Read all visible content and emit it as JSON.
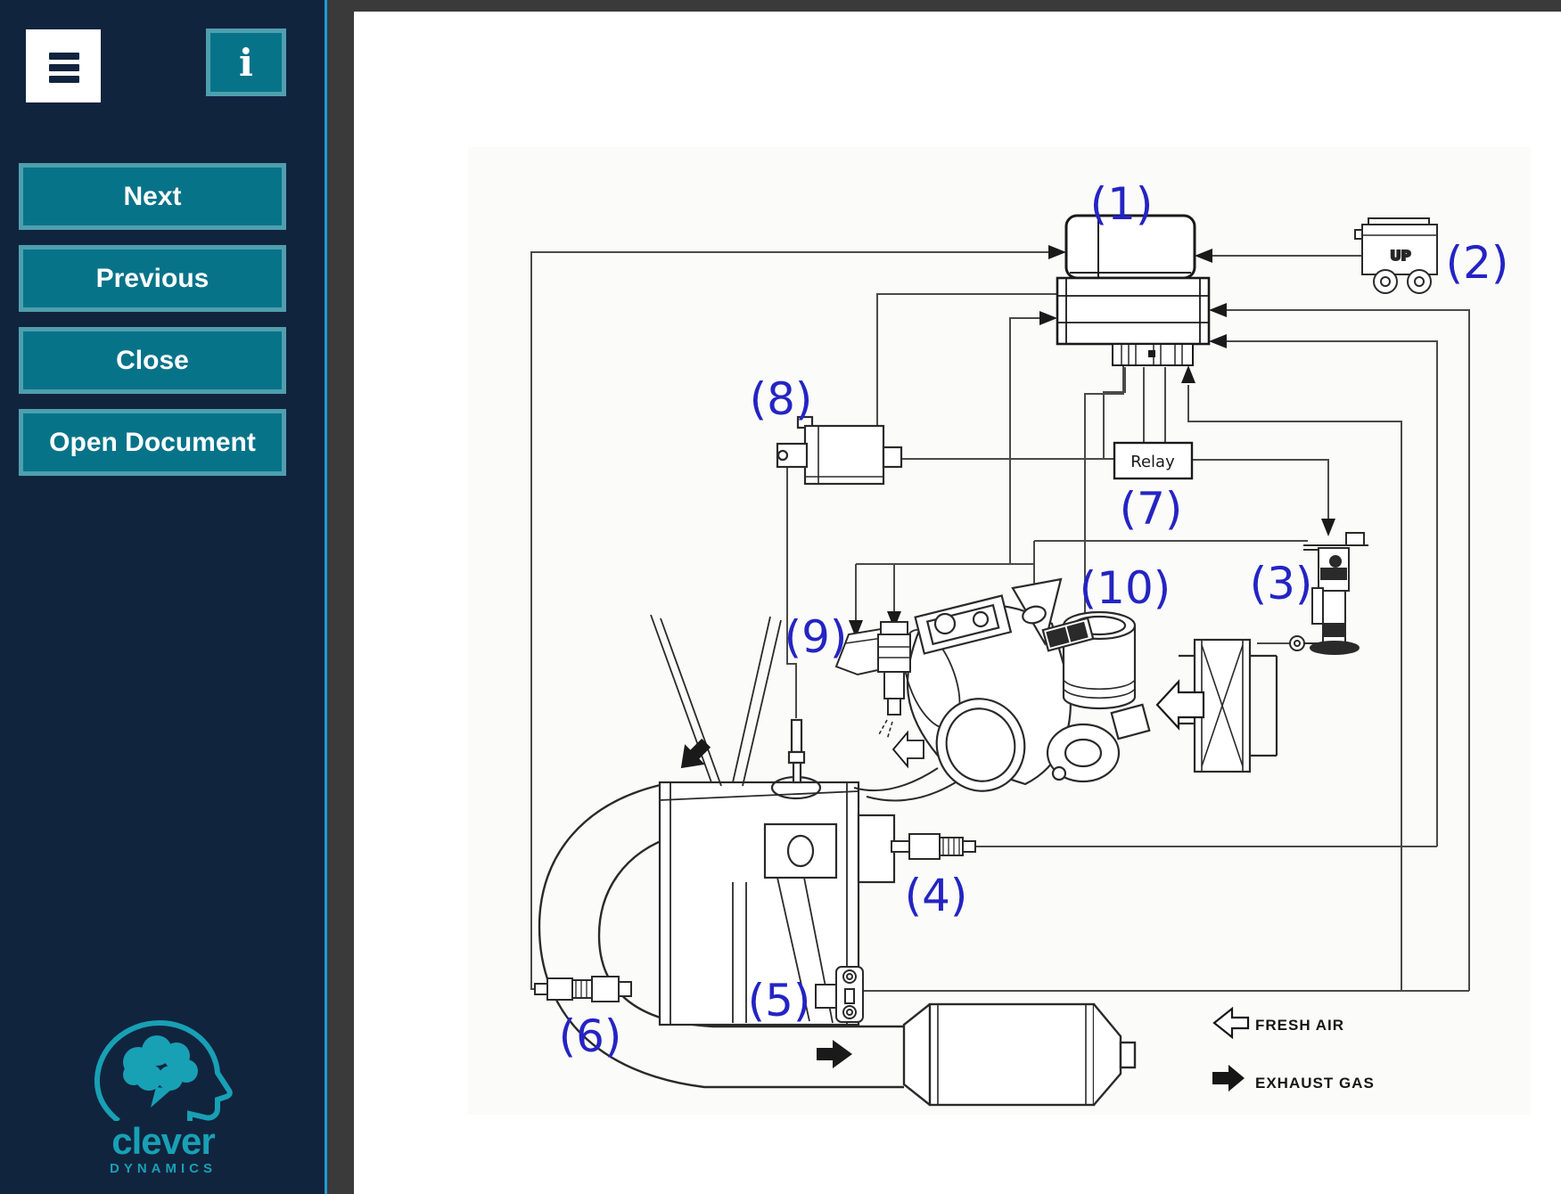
{
  "sidebar": {
    "menu_button": {
      "icon": "hamburger-icon"
    },
    "info_button": {
      "label": "i",
      "icon": "info-icon"
    },
    "buttons": [
      "Next",
      "Previous",
      "Close",
      "Open Document"
    ],
    "logo": {
      "brand": "clever",
      "subtitle": "DYNAMICS",
      "icon": "head-brain-logo",
      "color": "#18a0b5"
    }
  },
  "viewer": {
    "background_color": "#3a3a3a",
    "page_color": "#ffffff",
    "accent_line_color": "#1e9cd7"
  },
  "diagram": {
    "type": "engine-management-system-schematic",
    "callout_color": "#2424c4",
    "wire_color": "#4a4a4a",
    "callouts": [
      "(1)",
      "(2)",
      "(3)",
      "(4)",
      "(5)",
      "(6)",
      "(7)",
      "(8)",
      "(9)",
      "(10)"
    ],
    "relay_label": "Relay",
    "tilt_sensor_label": "UP",
    "legend": [
      {
        "label": "FRESH AIR",
        "arrow": "outline-left-arrow"
      },
      {
        "label": "EXHAUST GAS",
        "arrow": "solid-right-arrow"
      }
    ]
  }
}
